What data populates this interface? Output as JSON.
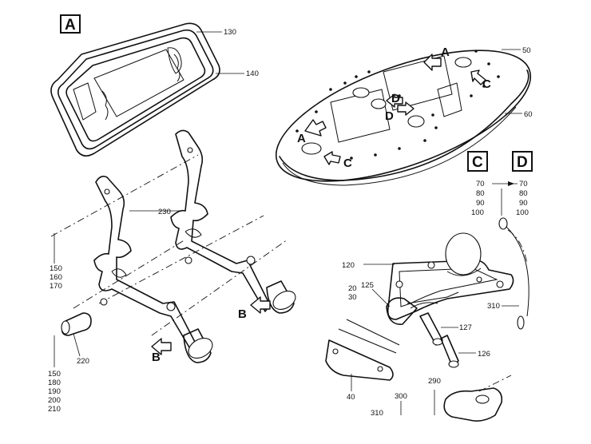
{
  "section_labels": {
    "a": "A",
    "c": "C",
    "d": "D"
  },
  "zone_letters": {
    "a": "A",
    "b": "B",
    "c": "C",
    "d": "D"
  },
  "callouts": {
    "c130": "130",
    "c140": "140",
    "c50": "50",
    "c60": "60",
    "c230": "230",
    "c150a": "150",
    "c160": "160",
    "c170": "170",
    "c220": "220",
    "c150b": "150",
    "c180": "180",
    "c190": "190",
    "c200": "200",
    "c210": "210",
    "c70a": "70",
    "c80a": "80",
    "c90a": "90",
    "c100a": "100",
    "c70b": "70",
    "c80b": "80",
    "c90b": "90",
    "c100b": "100",
    "c120": "120",
    "c125": "125",
    "c20": "20",
    "c30": "30",
    "c127": "127",
    "c126": "126",
    "c310a": "310",
    "c40": "40",
    "c290": "290",
    "c300": "300",
    "c310b": "310"
  }
}
